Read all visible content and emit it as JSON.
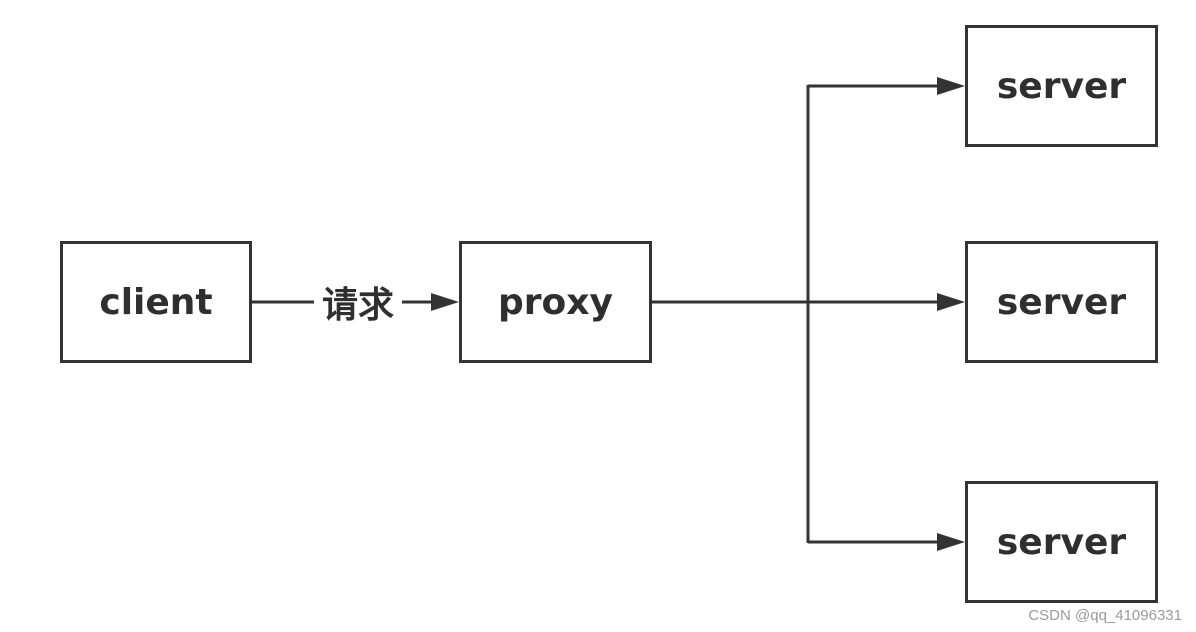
{
  "nodes": {
    "client": "client",
    "proxy": "proxy",
    "servers": [
      "server",
      "server",
      "server"
    ]
  },
  "edges": {
    "client_to_proxy_label": "请求"
  },
  "watermark": "CSDN @qq_41096331",
  "colors": {
    "stroke": "#333333",
    "text": "#2f2f2f",
    "background": "#ffffff",
    "watermark": "#9a9a9a"
  }
}
